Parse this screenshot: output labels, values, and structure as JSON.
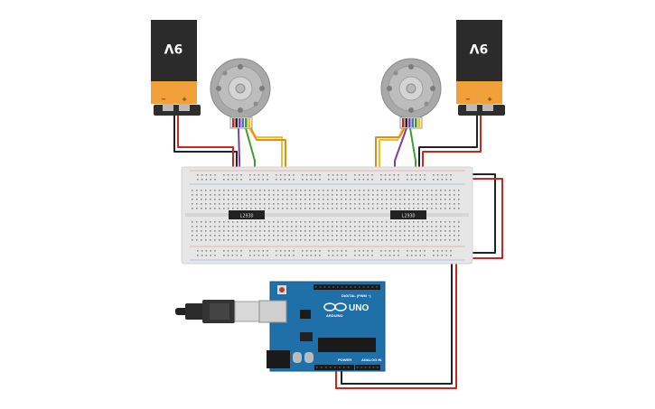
{
  "batteries": [
    {
      "label": "9V",
      "minus": "−",
      "plus": "+"
    },
    {
      "label": "9V",
      "minus": "−",
      "plus": "+"
    }
  ],
  "chips": [
    {
      "label": "L293D"
    },
    {
      "label": "L293D"
    }
  ],
  "arduino": {
    "brand": "ARDUINO",
    "model": "UNO",
    "digital_label": "DIGITAL (PWM ~)",
    "power_label": "POWER",
    "analog_label": "ANALOG IN"
  },
  "colors": {
    "wire_red": "#d0251b",
    "wire_black": "#222222",
    "wire_green": "#3aa02f",
    "wire_purple": "#7b3fa0",
    "wire_yellow": "#f2c21b",
    "wire_orange": "#ee8a1a",
    "battery_body": "#2b2b2b",
    "battery_base": "#f2a13a",
    "breadboard": "#e6e6e6",
    "arduino_blue": "#1f6fa8"
  },
  "icons": {
    "motor": "dc-motor-encoder-icon",
    "usb": "usb-cable-icon",
    "arduino_logo": "infinity-logo-icon"
  }
}
